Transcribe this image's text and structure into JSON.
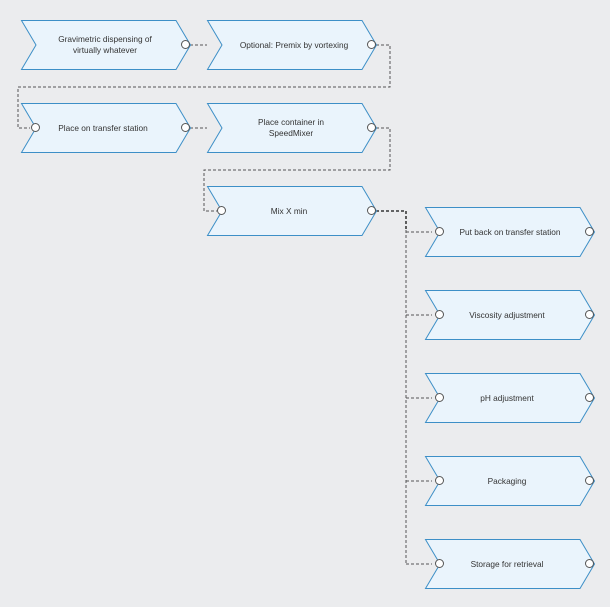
{
  "colors": {
    "background": "#ebecee",
    "node_fill": "#eaf4fc",
    "node_stroke": "#3d8fc7",
    "connector": "#555555",
    "connector_active": "#111111"
  },
  "steps": {
    "gravimetric": "Gravimetric dispensing of virtually whatever",
    "premix": "Optional: Premix by vortexing",
    "place_transfer": "Place on transfer station",
    "place_container": "Place container in SpeedMixer",
    "mix": "Mix X min",
    "put_back": "Put back on transfer station",
    "viscosity": "Viscosity adjustment",
    "ph": "pH adjustment",
    "packaging": "Packaging",
    "storage": "Storage for retrieval"
  }
}
